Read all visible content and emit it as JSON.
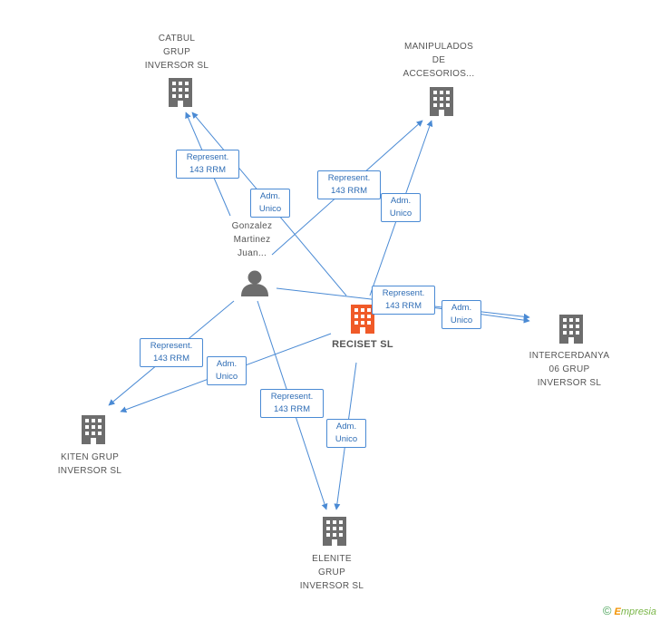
{
  "nodes": {
    "catbul": {
      "lines": [
        "CATBUL",
        "GRUP",
        "INVERSOR SL"
      ],
      "icon": "building-icon"
    },
    "manipulados": {
      "lines": [
        "MANIPULADOS",
        "DE",
        "ACCESORIOS..."
      ],
      "icon": "building-icon"
    },
    "person": {
      "lines": [
        "Gonzalez",
        "Martinez",
        "Juan..."
      ],
      "icon": "person-icon"
    },
    "reciset": {
      "lines": [
        "RECISET SL"
      ],
      "icon": "building-icon",
      "color": "#f05a28"
    },
    "intercerdanya": {
      "lines": [
        "INTERCERDANYA",
        "06 GRUP",
        "INVERSOR SL"
      ],
      "icon": "building-icon"
    },
    "kiten": {
      "lines": [
        "KITEN GRUP",
        "INVERSOR SL"
      ],
      "icon": "building-icon"
    },
    "elenite": {
      "lines": [
        "ELENITE",
        "GRUP",
        "INVERSOR SL"
      ],
      "icon": "building-icon"
    }
  },
  "edge_labels": [
    {
      "id": "rep-catbul",
      "lines": [
        "Represent.",
        "143 RRM"
      ]
    },
    {
      "id": "adm-catbul",
      "lines": [
        "Adm.",
        "Unico"
      ]
    },
    {
      "id": "rep-manip",
      "lines": [
        "Represent.",
        "143 RRM"
      ]
    },
    {
      "id": "adm-manip",
      "lines": [
        "Adm.",
        "Unico"
      ]
    },
    {
      "id": "rep-inter",
      "lines": [
        "Represent.",
        "143 RRM"
      ]
    },
    {
      "id": "adm-inter",
      "lines": [
        "Adm.",
        "Unico"
      ]
    },
    {
      "id": "rep-kiten",
      "lines": [
        "Represent.",
        "143 RRM"
      ]
    },
    {
      "id": "adm-kiten",
      "lines": [
        "Adm.",
        "Unico"
      ]
    },
    {
      "id": "rep-elenite",
      "lines": [
        "Represent.",
        "143 RRM"
      ]
    },
    {
      "id": "adm-elenite",
      "lines": [
        "Adm.",
        "Unico"
      ]
    }
  ],
  "colors": {
    "edge": "#4a8ad4",
    "icon": "#6d6d6d",
    "main": "#f05a28"
  },
  "watermark": {
    "copyright": "©",
    "brand_first": "E",
    "brand_rest": "mpresia"
  }
}
